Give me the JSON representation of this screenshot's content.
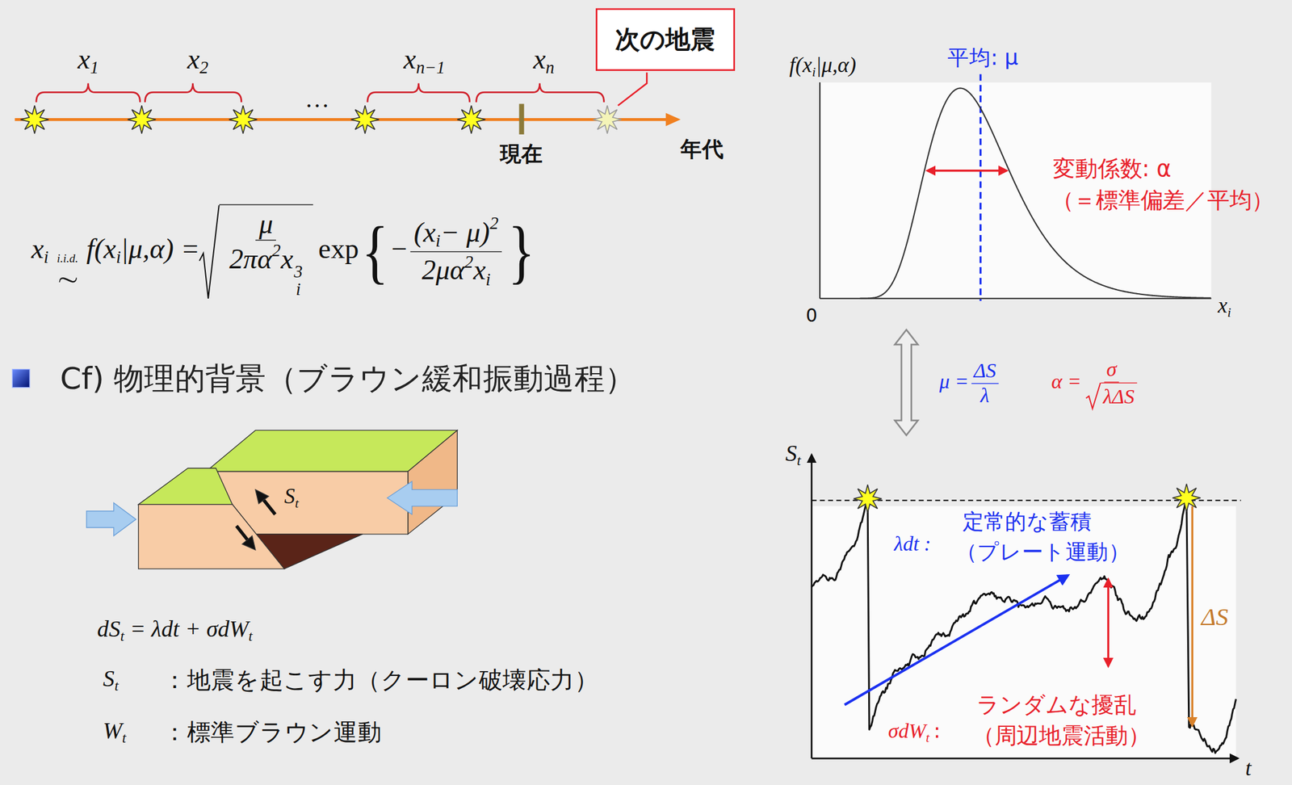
{
  "diagram": {
    "nodes": [
      {
        "text": [
          "次の地震"
        ]
      }
    ],
    "labels": [
      "x",
      "1",
      "x",
      "2",
      "…",
      "x",
      "n−1",
      "x",
      "n",
      "現在",
      "年代",
      "x",
      "i",
      "i.i.d.",
      "∼",
      "f(x",
      "i",
      "|μ,α) =",
      "μ",
      "2πα",
      "2",
      "x",
      "i",
      "3",
      "exp",
      "{",
      "−",
      "(x",
      "i",
      "− μ)",
      "2",
      "2μα",
      "2",
      "x",
      "i",
      "}",
      "f(x",
      "i",
      "|μ,α)",
      "平均: μ",
      "変動係数: α",
      "（＝標準偏差／平均）",
      "0",
      "x",
      "i",
      "μ =",
      "ΔS",
      "λ",
      "α =",
      "σ",
      "λΔS",
      "Cf) 物理的背景（ブラウン緩和振動過程）",
      "S",
      "t",
      "dS",
      "t",
      "= λdt + σdW",
      "t",
      "S",
      "t",
      "：地震を起こす力（クーロン破壊応力）",
      "W",
      "t",
      "：標準ブラウン運動",
      "S",
      "t",
      "λdt :",
      "定常的な蓄積",
      "（プレート運動）",
      "ΔS",
      "σdW",
      "t",
      ":",
      "ランダムな擾乱",
      "（周辺地震活動）",
      "t"
    ]
  }
}
